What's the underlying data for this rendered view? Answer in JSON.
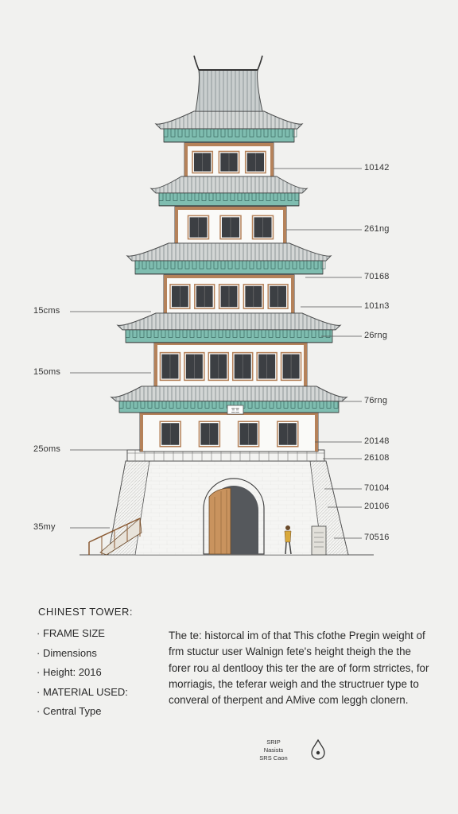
{
  "right_labels": [
    "10142",
    "261ng",
    "70168",
    "101n3",
    "26rng",
    "76rng",
    "20148",
    "26108",
    "70104",
    "20106",
    "70516"
  ],
  "left_labels": [
    "15cms",
    "15oms",
    "25oms",
    "35my"
  ],
  "sign": "ΞΞ",
  "legend": {
    "title": "CHINEST TOWER:",
    "items": [
      "FRAME SIZE",
      "Dimensions",
      "Height: 2016",
      "MATERIAL USED:",
      "Central Type"
    ]
  },
  "description": "The te: historcal im of that This cfothe Pregin weight of frm stuctur user Walnign fete's height theigh the the forer rou al dentlooy this ter the are of form strrictes, for morriagis, the teferar weigh and the structruer type to converal of therpent and AMive com leggh clonern.",
  "logo": {
    "lines": [
      "SRIP",
      "Nasists",
      "SRS Caon"
    ],
    "icon": "drop-icon"
  },
  "colors": {
    "roof": "#9aa3a6",
    "bracket": "#7fbdb0",
    "wood": "#b5825a",
    "line": "#3a3a3a",
    "wall": "#fafaf8"
  }
}
